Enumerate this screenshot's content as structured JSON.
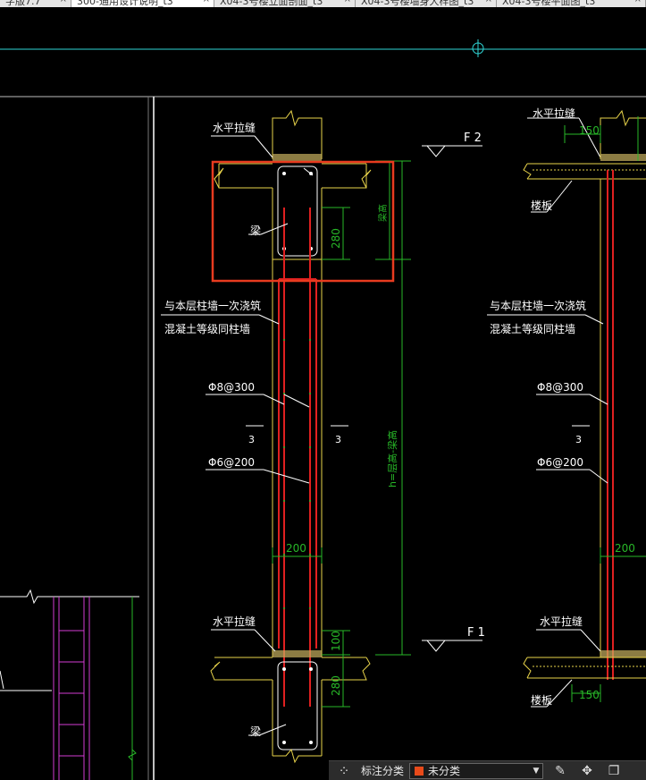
{
  "tabs": [
    {
      "label": "字版7.7",
      "active": false
    },
    {
      "label": "300-通用设计说明_t3",
      "active": true
    },
    {
      "label": "X04-3号楼立面剖面_t3",
      "active": false
    },
    {
      "label": "X04-3号楼墙身大样图_t3",
      "active": false
    },
    {
      "label": "X04-3号楼平面图_t3",
      "active": false
    }
  ],
  "tab_close_glyph": "×",
  "drawing": {
    "labels": {
      "horizontal_tie_top": "水平拉缝",
      "beam_top": "梁",
      "note_line1": "与本层柱墙一次浇筑",
      "note_line2": "混凝土等级同柱墙",
      "rebar_main": "Φ8@300",
      "rebar_stirrup": "Φ6@200",
      "section_mark_left": "3",
      "section_mark_right": "3",
      "height_dim": "h=层高-梁高",
      "side_dim_top": "梁高",
      "dim_280_top": "280",
      "dim_200": "200",
      "dim_100": "100",
      "dim_280_bottom": "280",
      "horizontal_tie_bottom": "水平拉缝",
      "beam_bottom": "梁",
      "level_top": "F 2",
      "level_bottom": "F 1",
      "right_horizontal_tie_top": "水平拉缝",
      "right_dim_150_top": "150",
      "right_floor_slab_top": "楼板",
      "right_note_line1": "与本层柱墙一次浇筑",
      "right_note_line2": "混凝土等级同柱墙",
      "right_rebar_main": "Φ8@300",
      "right_section_mark": "3",
      "right_rebar_stirrup": "Φ6@200",
      "right_dim_200": "200",
      "right_horizontal_tie_bottom": "水平拉缝",
      "right_floor_slab_bottom": "楼板",
      "right_dim_150_bottom": "150"
    },
    "colors": {
      "background": "#000000",
      "cyan": "#2fd6d6",
      "white": "#ffffff",
      "yellow": "#e8d34a",
      "green": "#28b828",
      "red": "#e02020",
      "orange_box": "#e83b1f",
      "magenta": "#d23cd2",
      "hatch": "#c8b060"
    }
  },
  "statusbar": {
    "grid_icon": "grid-icon",
    "label": "标注分类",
    "selected": "未分类",
    "swatch_color": "#e84a1a",
    "icons": [
      "edit-icon",
      "move-icon",
      "copy-icon"
    ]
  }
}
